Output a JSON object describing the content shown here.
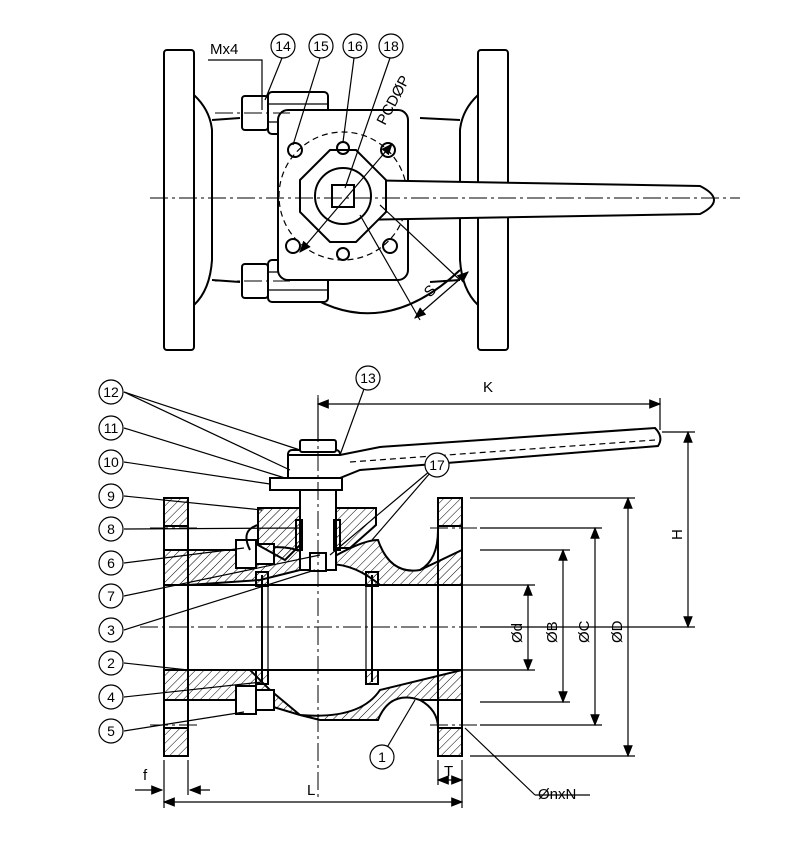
{
  "top_view": {
    "labels": {
      "bolt": "Mx4",
      "pcd": "PCDØP",
      "s": "S"
    },
    "balloons": [
      "14",
      "15",
      "16",
      "18"
    ]
  },
  "section_view": {
    "balloons_left": [
      "12",
      "11",
      "10",
      "9",
      "8",
      "6",
      "7",
      "3",
      "2",
      "4",
      "5"
    ],
    "balloon_stem": "13",
    "balloon_ball": "17",
    "balloon_body": "1",
    "dimensions": {
      "k": "K",
      "h": "H",
      "d": "Ød",
      "b": "ØB",
      "c": "ØC",
      "D": "ØD",
      "f": "f",
      "l": "L",
      "t": "T",
      "holes": "ØnxN"
    }
  }
}
